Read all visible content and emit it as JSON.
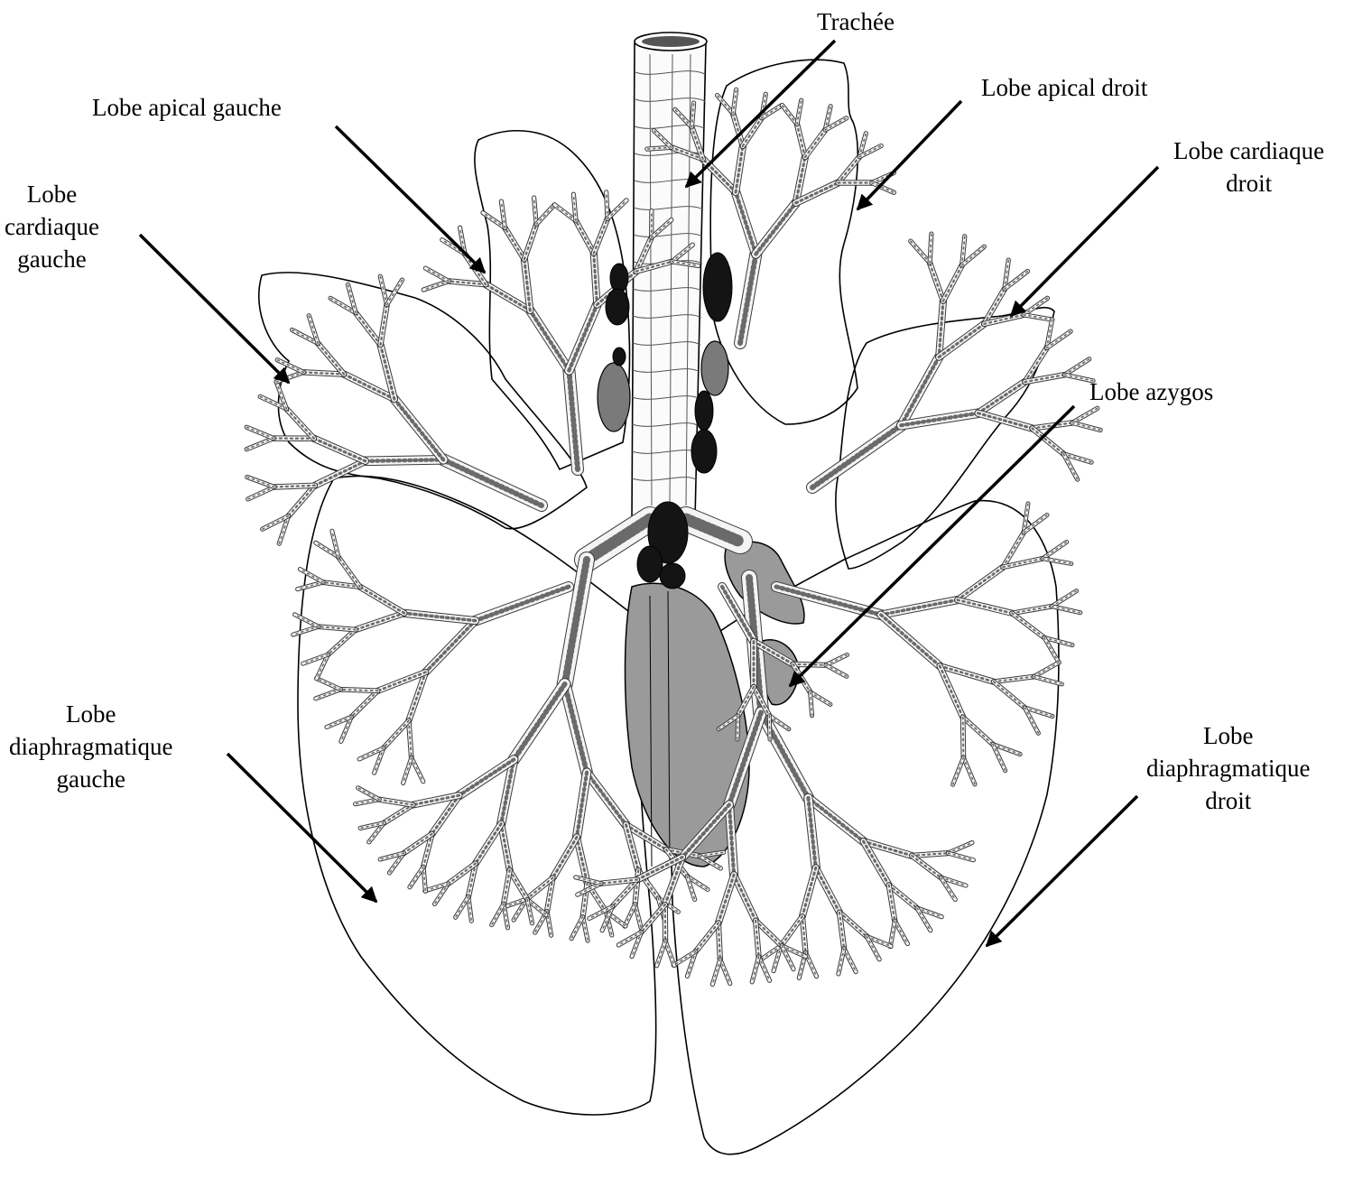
{
  "labels": {
    "trachea": "Trachée",
    "left_apical": "Lobe apical gauche",
    "right_apical": "Lobe apical droit",
    "right_cardiac": [
      "Lobe cardiaque",
      "droit"
    ],
    "left_cardiac": [
      "Lobe",
      "cardiaque",
      "gauche"
    ],
    "azygos": "Lobe azygos",
    "left_diaphragmatic": [
      "Lobe",
      "diaphragmatique",
      "gauche"
    ],
    "right_diaphragmatic": [
      "Lobe",
      "diaphragmatique",
      "droit"
    ]
  },
  "colors": {
    "ink": "#000000",
    "background": "#ffffff",
    "lymph_node": "#141414",
    "heart_fill": "#9a9a9a"
  }
}
